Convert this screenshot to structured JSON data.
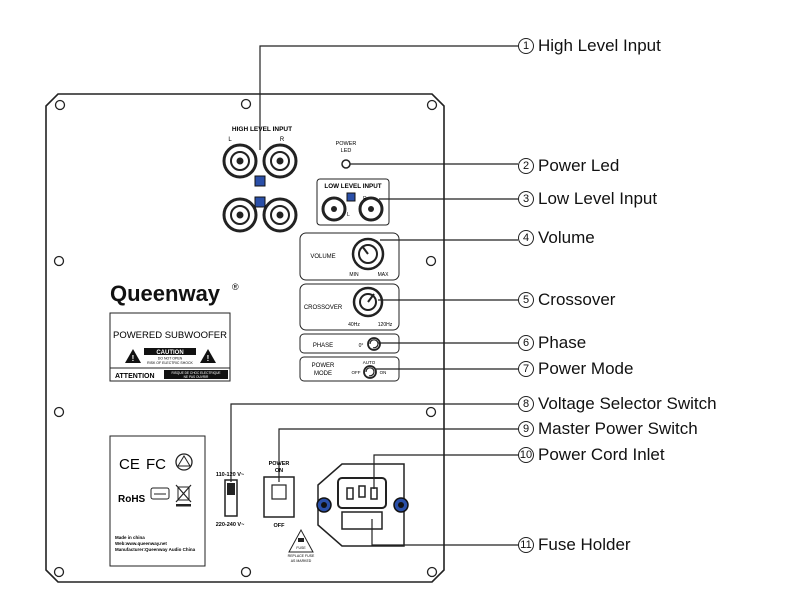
{
  "panel": {
    "high_level_input_title": "HIGH LEVEL INPUT",
    "ch_left": "L",
    "ch_right": "R",
    "power_led_line1": "POWER",
    "power_led_line2": "LED",
    "low_level_input_title": "LOW LEVEL INPUT",
    "volume_label": "VOLUME",
    "volume_min": "MIN",
    "volume_max": "MAX",
    "crossover_label": "CROSSOVER",
    "crossover_min": "40Hz",
    "crossover_max": "120Hz",
    "phase_label": "PHASE",
    "phase_value": "0°",
    "power_mode_line1": "POWER",
    "power_mode_line2": "MODE",
    "power_mode_auto": "AUTO",
    "power_mode_off": "OFF",
    "power_mode_on": "ON",
    "brand": "Queenway",
    "brand_mark": "®",
    "product_label": "POWERED SUBWOOFER",
    "caution_title": "CAUTION",
    "caution_line1": "DO NOT OPEN",
    "caution_line2": "RISK OF ELECTRIC SHOCK",
    "attention_label": "ATTENTION",
    "attention_line1": "RISQUE DE CHOC ELECTRIQUE",
    "attention_line2": "NE PAS OUVRIR",
    "voltage_high": "110-120 V~",
    "voltage_low": "220-240 V~",
    "power_switch_line1": "POWER",
    "power_switch_line2": "ON",
    "power_switch_off": "OFF",
    "fuse_warning_line1": "FUSE",
    "fuse_warning_line2": "REPLACE FUSE",
    "fuse_warning_line3": "AS MARKED",
    "cert_ce": "CE",
    "cert_fc": "FC",
    "cert_rohs": "RoHS",
    "made_in": "Made in china",
    "website": "Web:www.queenway.net",
    "manufacturer": "Manufacturer:Queenway Audio China"
  },
  "callouts": [
    {
      "num": "1",
      "label": "High Level Input"
    },
    {
      "num": "2",
      "label": "Power Led"
    },
    {
      "num": "3",
      "label": "Low Level Input"
    },
    {
      "num": "4",
      "label": "Volume"
    },
    {
      "num": "5",
      "label": "Crossover"
    },
    {
      "num": "6",
      "label": "Phase"
    },
    {
      "num": "7",
      "label": "Power Mode"
    },
    {
      "num": "8",
      "label": "Voltage Selector Switch"
    },
    {
      "num": "9",
      "label": "Master Power Switch"
    },
    {
      "num": "10",
      "label": "Power Cord Inlet"
    },
    {
      "num": "11",
      "label": "Fuse Holder"
    }
  ],
  "colors": {
    "outline": "#222222",
    "binding_post_accent": "#2a4fa8",
    "background": "#ffffff"
  }
}
